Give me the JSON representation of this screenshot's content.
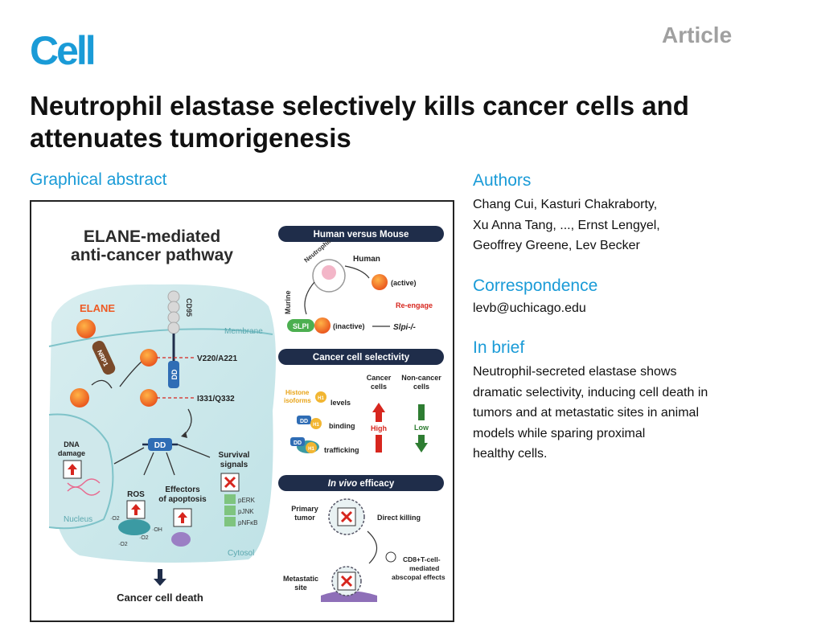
{
  "header": {
    "journal_logo": "Cell",
    "article_type": "Article"
  },
  "paper": {
    "title": "Neutrophil elastase selectively kills cancer cells and attenuates tumorigenesis"
  },
  "graphical_abstract": {
    "heading": "Graphical abstract",
    "left_panel": {
      "title_line1": "ELANE-mediated",
      "title_line2": "anti-cancer pathway",
      "elane": "ELANE",
      "cd95": "CD95",
      "membrane": "Membrane",
      "nrp1": "NRP1",
      "dd": "DD",
      "site1": "V220/A221",
      "site2": "I331/Q332",
      "dna_damage_line1": "DNA",
      "dna_damage_line2": "damage",
      "nucleus": "Nucleus",
      "ros": "ROS",
      "effectors_line1": "Effectors",
      "effectors_line2": "of apoptosis",
      "survival_line1": "Survival",
      "survival_line2": "signals",
      "perk": "pERK",
      "pjnk": "pJNK",
      "pnfkb": "pNFκB",
      "o2_a": "·O2",
      "o2_b": "·O2",
      "o2_c": "·O2",
      "oh": "·OH",
      "cytosol": "Cytosol",
      "outcome": "Cancer cell death"
    },
    "human_mouse": {
      "header": "Human versus Mouse",
      "neutrophil": "Neutrophil",
      "human": "Human",
      "active": "(active)",
      "murine": "Murine",
      "reengage": "Re-engage",
      "slpi": "SLPI",
      "inactive": "(inactive)",
      "slpi_ko": "Slpi-/-"
    },
    "selectivity": {
      "header": "Cancer cell selectivity",
      "col_cancer_line1": "Cancer",
      "col_cancer_line2": "cells",
      "col_noncancer_line1": "Non-cancer",
      "col_noncancer_line2": "cells",
      "histone_line1": "Histone",
      "histone_line2": "isoforms",
      "h1": "H1",
      "levels": "levels",
      "binding": "binding",
      "trafficking": "trafficking",
      "high": "High",
      "low": "Low"
    },
    "efficacy": {
      "header_em": "In vivo",
      "header_rest": " efficacy",
      "primary_line1": "Primary",
      "primary_line2": "tumor",
      "direct": "Direct killing",
      "cd8_line1": "CD8+T-cell-",
      "cd8_line2": "mediated",
      "cd8_line3": "abscopal effects",
      "metastatic_line1": "Metastatic",
      "metastatic_line2": "site"
    }
  },
  "authors": {
    "heading": "Authors",
    "line1": "Chang Cui, Kasturi Chakraborty,",
    "line2": "Xu Anna Tang, ..., Ernst Lengyel,",
    "line3": "Geoffrey Greene, Lev Becker"
  },
  "correspondence": {
    "heading": "Correspondence",
    "email": "levb@uchicago.edu"
  },
  "in_brief": {
    "heading": "In brief",
    "line1": "Neutrophil-secreted elastase shows",
    "line2": "dramatic selectivity, inducing cell death in",
    "line3": "tumors and at metastatic sites in animal",
    "line4": "models while sparing proximal",
    "line5": "healthy cells."
  },
  "colors": {
    "cell_blue": "#1a9bd7",
    "elane_orange": "#ee5a24",
    "slpi_green": "#4caf50",
    "high_red": "#d7261e",
    "low_green": "#2e7d32",
    "navy": "#1f2d4a"
  }
}
